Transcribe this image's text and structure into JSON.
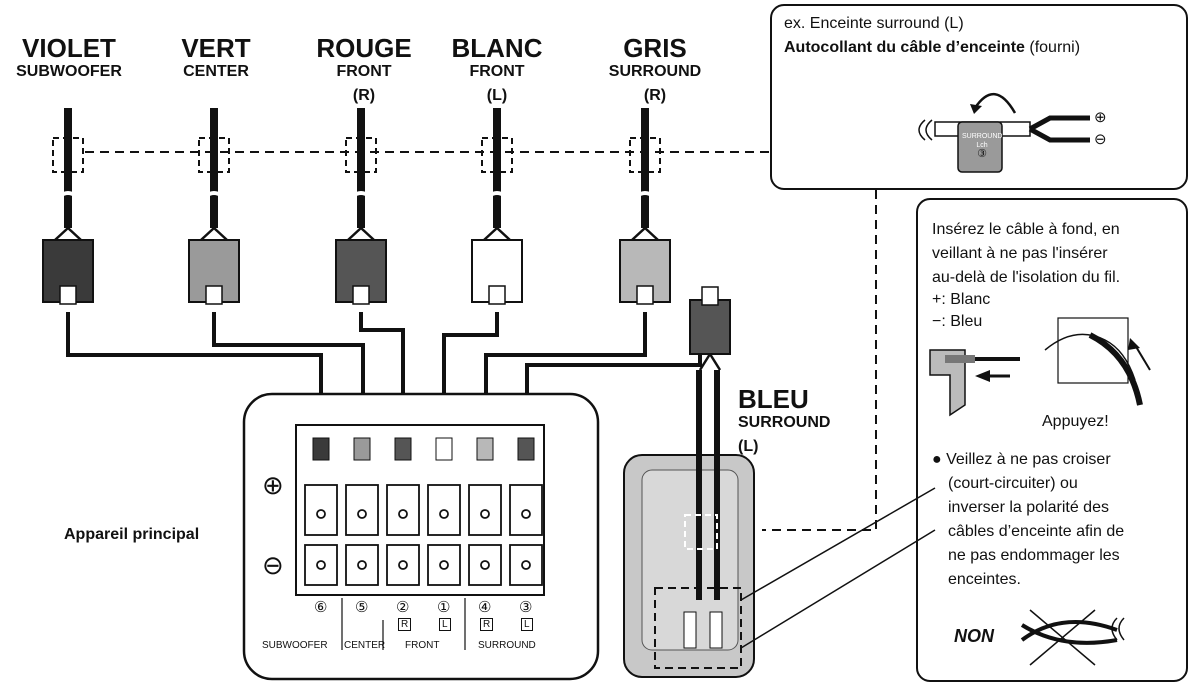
{
  "connectors": [
    {
      "color_label": "VIOLET",
      "function": "SUBWOOFER",
      "side": ""
    },
    {
      "color_label": "VERT",
      "function": "CENTER",
      "side": ""
    },
    {
      "color_label": "ROUGE",
      "function": "FRONT",
      "side": "(R)"
    },
    {
      "color_label": "BLANC",
      "function": "FRONT",
      "side": "(L)"
    },
    {
      "color_label": "GRIS",
      "function": "SURROUND",
      "side": "(R)"
    }
  ],
  "bleu": {
    "color_label": "BLEU",
    "function": "SURROUND",
    "side": "(L)"
  },
  "sticker_callout": {
    "example": "ex. Enceinte surround (L)",
    "title": "Autocollant du câble d’enceinte",
    "suffix": " (fourni)",
    "sticker_line1": "SURROUND",
    "sticker_line2": "Lch",
    "sticker_num": "③",
    "plus": "⊕",
    "minus": "⊖"
  },
  "insert_callout": {
    "line1": "Insérez le câble à fond, en",
    "line2": "veillant à ne pas l'insérer",
    "line3": "au-delà de l'isolation du fil.",
    "plus": "+: Blanc",
    "minus": "−: Bleu",
    "press": "Appuyez!",
    "warn1": "● Veillez à ne pas croiser",
    "warn2": "(court-circuiter) ou",
    "warn3": "inverser la polarité des",
    "warn4": "câbles d’enceinte afin de",
    "warn5": "ne pas endommager les",
    "warn6": "enceintes.",
    "non": "NON"
  },
  "main_unit": {
    "label": "Appareil principal",
    "plus": "⊕",
    "minus": "⊖",
    "terminal_numbers": [
      "⑥",
      "⑤",
      "②",
      "①",
      "④",
      "③"
    ],
    "terminal_sides": [
      "",
      "",
      "R",
      "L",
      "R",
      "L"
    ],
    "groups": [
      "SUBWOOFER",
      "CENTER",
      "FRONT",
      "SURROUND"
    ]
  },
  "colors": {
    "violet_plug": "#3a3a3a",
    "vert_plug": "#9a9a9a",
    "rouge_plug": "#555555",
    "blanc_plug": "#ffffff",
    "gris_plug": "#b8b8b8",
    "speaker_body": "#c8c8c8"
  }
}
